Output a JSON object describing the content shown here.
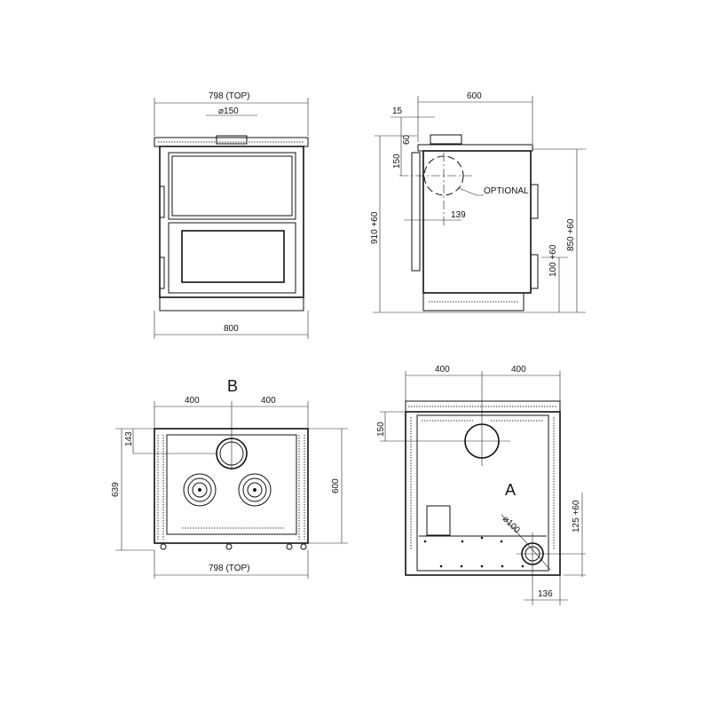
{
  "front_view": {
    "top_width": "798 (TOP)",
    "flue_diameter": "⌀150",
    "base_width": "800"
  },
  "side_view": {
    "depth": "600",
    "offset_15": "15",
    "offset_60": "60",
    "offset_150": "150",
    "height_total": "910 +60",
    "height_850": "850 +60",
    "height_100": "100 +60",
    "offset_139": "139",
    "optional_label": "OPTIONAL"
  },
  "top_view": {
    "label": "B",
    "left_half": "400",
    "right_half": "400",
    "depth_639": "639",
    "depth_600": "600",
    "offset_143": "143",
    "width_top": "798 (TOP)"
  },
  "rear_view": {
    "label": "A",
    "left_half": "400",
    "right_half": "400",
    "offset_150": "150",
    "inlet_diameter": "⌀100",
    "height_125": "125 +60",
    "offset_136": "136"
  }
}
